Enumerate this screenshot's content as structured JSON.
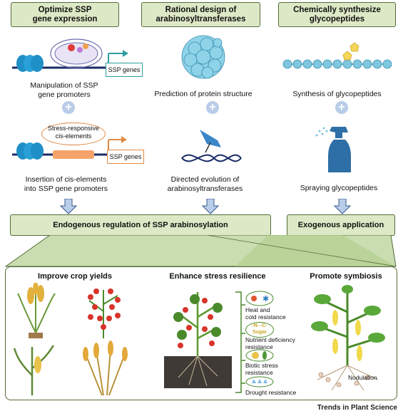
{
  "headers": {
    "col1": "Optimize SSP\ngene expression",
    "col2": "Rational design of\narabinosyltransferases",
    "col3": "Chemically synthesize\nglycopeptides"
  },
  "row1": {
    "label_box": "SSP genes",
    "cap1": "Manipulation of SSP\ngene promoters",
    "cap2": "Prediction of protein structure",
    "cap3": "Synthesis of glycopeptides"
  },
  "plus": "+",
  "row2": {
    "bubble": "Stress-responsive\ncis-elements",
    "label_box": "SSP genes",
    "cap1": "Insertion of cis-elements\ninto SSP gene promoters",
    "cap2": "Directed evolution of\narabinosyltransferases",
    "cap3": "Spraying glycopeptides"
  },
  "bands": {
    "endogenous": "Endogenous regulation of SSP arabinosylation",
    "exogenous": "Exogenous application"
  },
  "bottom": {
    "yields": "Improve crop yields",
    "stress": "Enhance stress resilience",
    "symbiosis": "Promote symbiosis",
    "heat": "Heat and\ncold resistance",
    "sugar": "-N- -C-\nSugar",
    "nutrient": "Nutrient deficiency\nresistance",
    "biotic": "Biotic stress\nresistance",
    "drought": "Drought resistance",
    "nodulation": "Nodulation"
  },
  "footer": "Trends in Plant Science",
  "colors": {
    "header_fill": "#dde9c6",
    "border": "#556b3a",
    "dna": "#1f8fc7",
    "protein": "#8fd3e8",
    "bead": "#7fc6df",
    "sugar": "#f4d65a",
    "plus": "#b9cde8",
    "arrow": "#b7cde9"
  }
}
